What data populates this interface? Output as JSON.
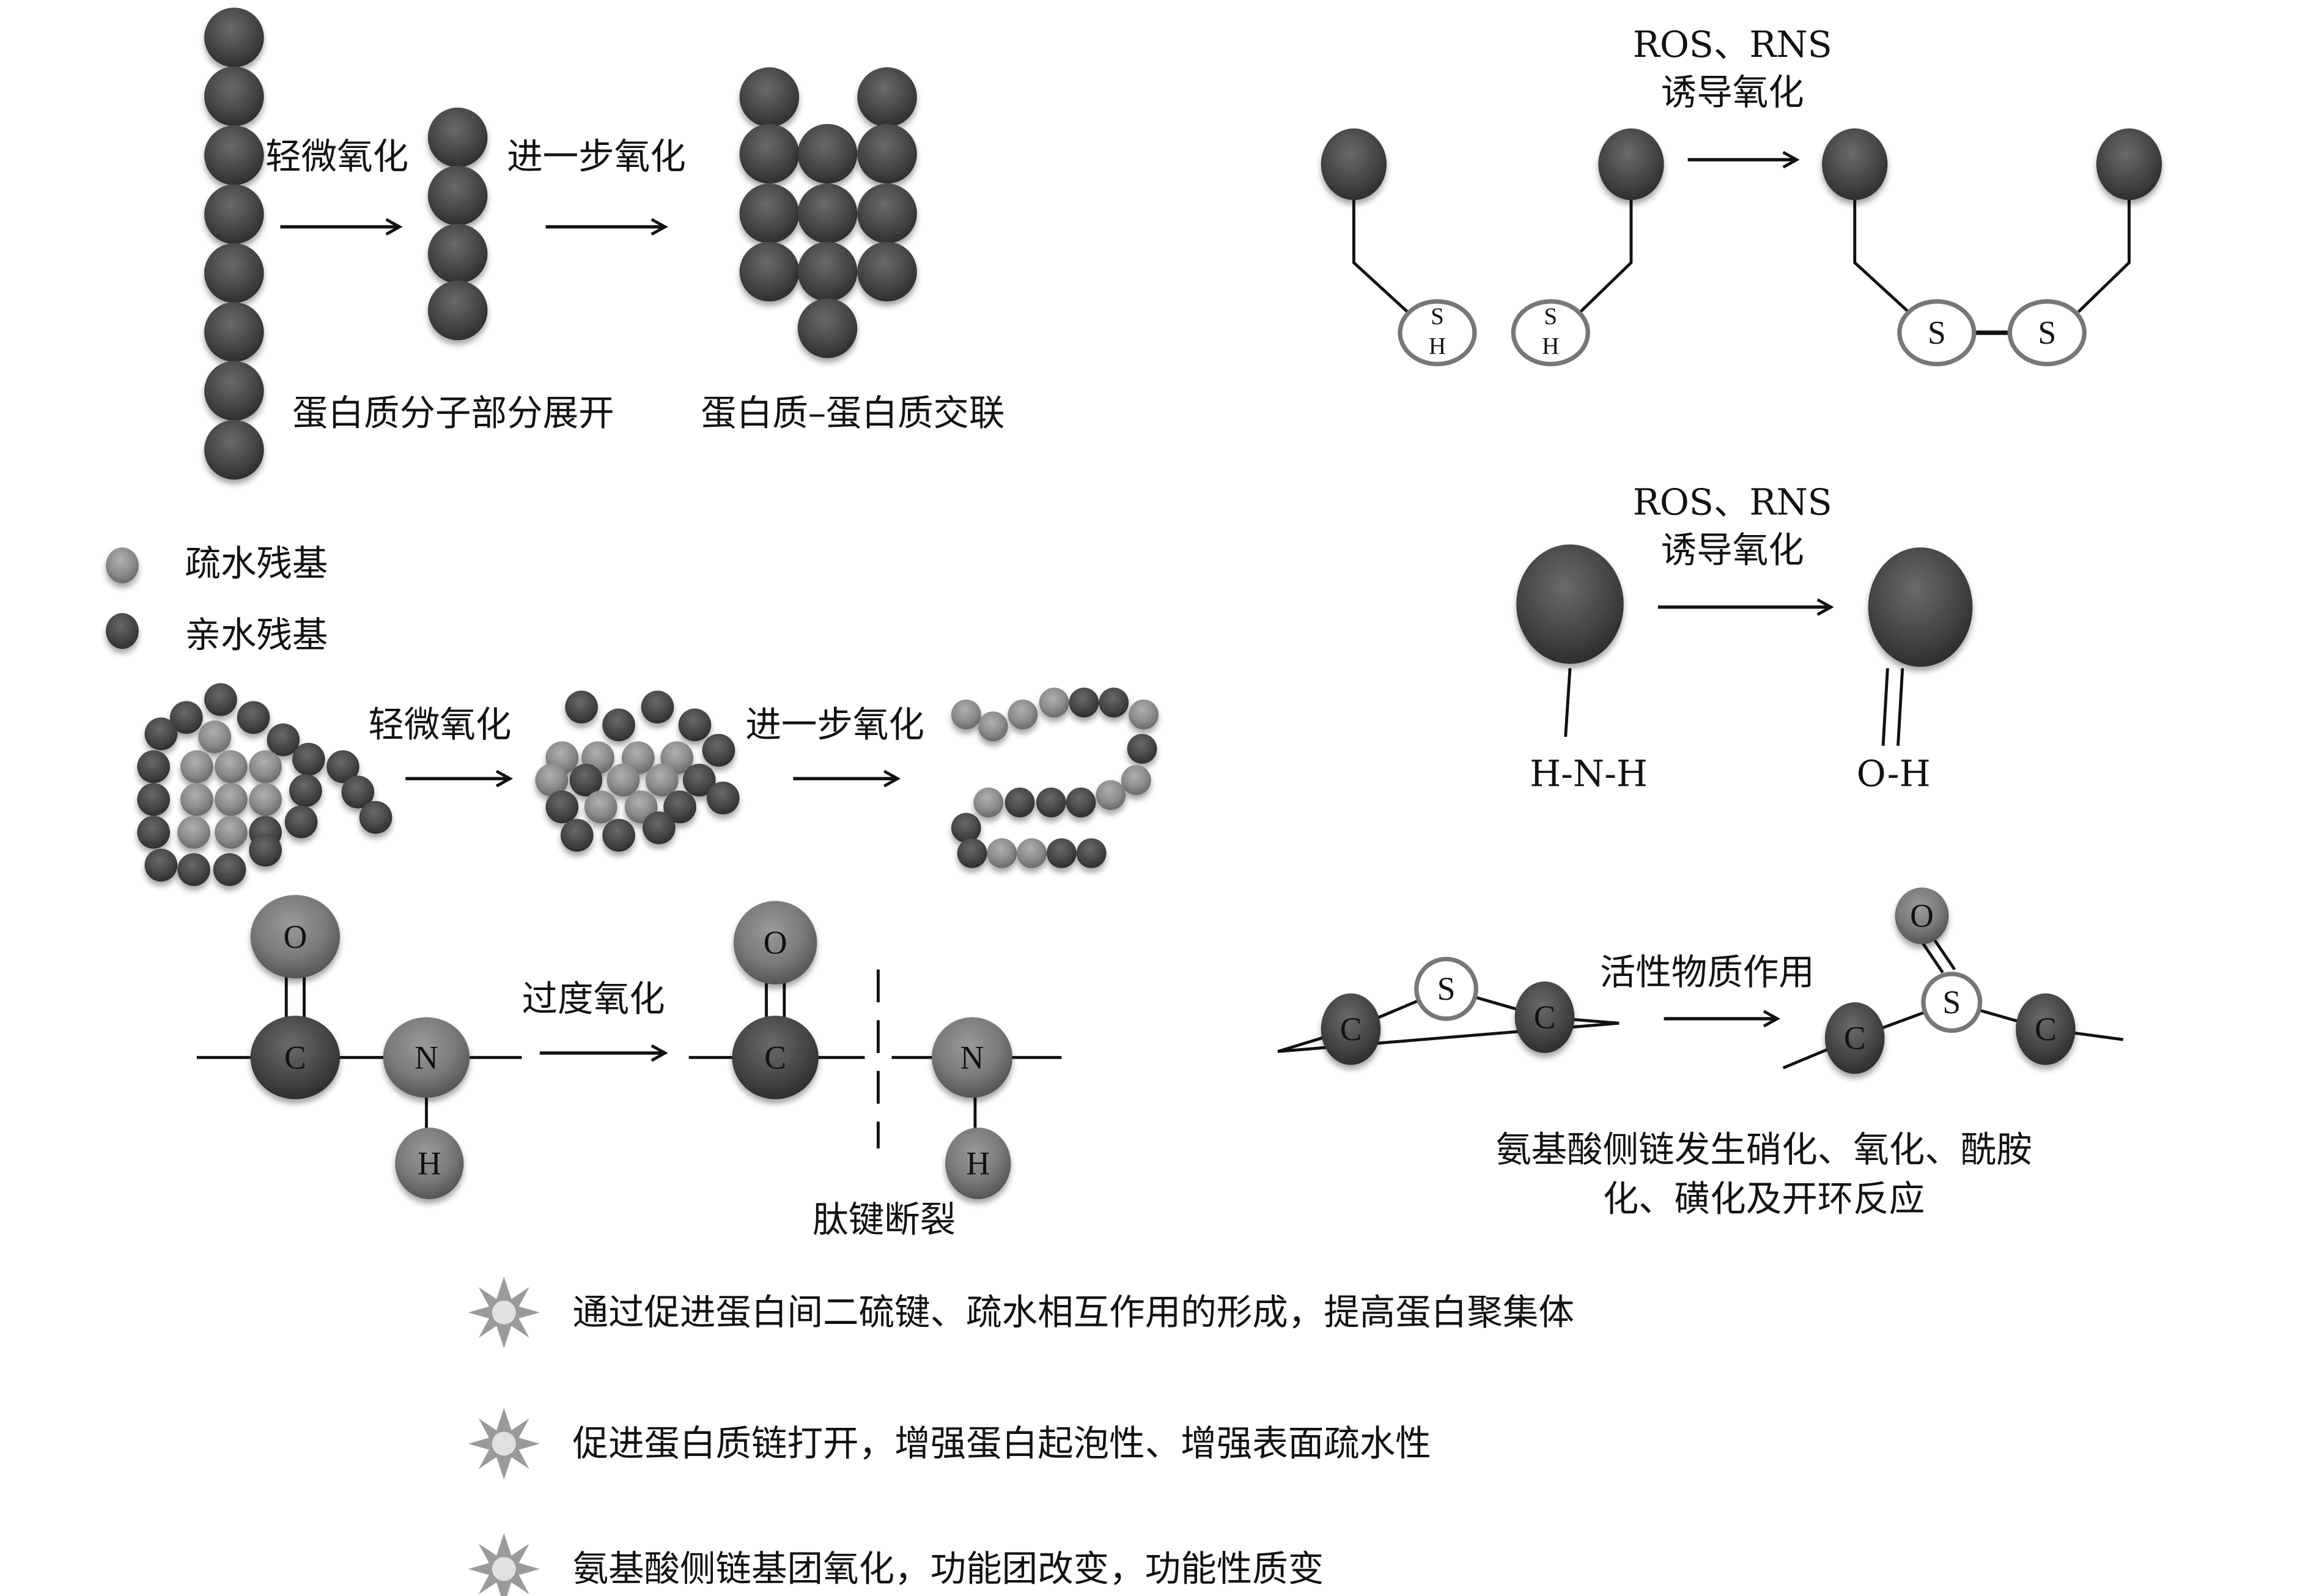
{
  "colors": {
    "hydrophilic": "#4a4a4a",
    "hydrophobic": "#8c8c8c",
    "ring_atom": "#ffffff",
    "star_icon": "#9a9a9a",
    "text": "#111111"
  },
  "panel_unfold": {
    "step1_label": "轻微氧化",
    "step2_label": "进一步氧化",
    "caption_partial_unfold": "蛋白质分子部分展开",
    "caption_crosslink": "蛋白质–蛋白质交联"
  },
  "legend": {
    "hydrophobic_label": "疏水残基",
    "hydrophilic_label": "亲水残基"
  },
  "panel_fold": {
    "step1_label": "轻微氧化",
    "step2_label": "进一步氧化"
  },
  "panel_peptide": {
    "step_label": "过度氧化",
    "caption": "肽键断裂",
    "atoms": {
      "o": "O",
      "c": "C",
      "n": "N",
      "h": "H"
    }
  },
  "panel_disulfide": {
    "step_label_line1": "ROS、RNS",
    "step_label_line2": "诱导氧化",
    "sh_s": "S",
    "sh_h": "H",
    "ss_s": "S"
  },
  "panel_amine": {
    "step_label_line1": "ROS、RNS",
    "step_label_line2": "诱导氧化",
    "before_group": "H-N-H",
    "after_group": "O-H"
  },
  "panel_sulfoxide": {
    "step_label": "活性物质作用",
    "caption_line1": "氨基酸侧链发生硝化、氧化、酰胺",
    "caption_line2": "化、磺化及开环反应",
    "atoms": {
      "c": "C",
      "s": "S",
      "o": "O"
    }
  },
  "effects": [
    {
      "icon": "star-bullet-icon",
      "text": "通过促进蛋白间二硫键、疏水相互作用的形成，提高蛋白聚集体"
    },
    {
      "icon": "star-bullet-icon",
      "text": "促进蛋白质链打开，增强蛋白起泡性、增强表面疏水性"
    },
    {
      "icon": "star-bullet-icon",
      "text": "氨基酸侧链基团氧化，功能团改变，功能性质变"
    }
  ]
}
